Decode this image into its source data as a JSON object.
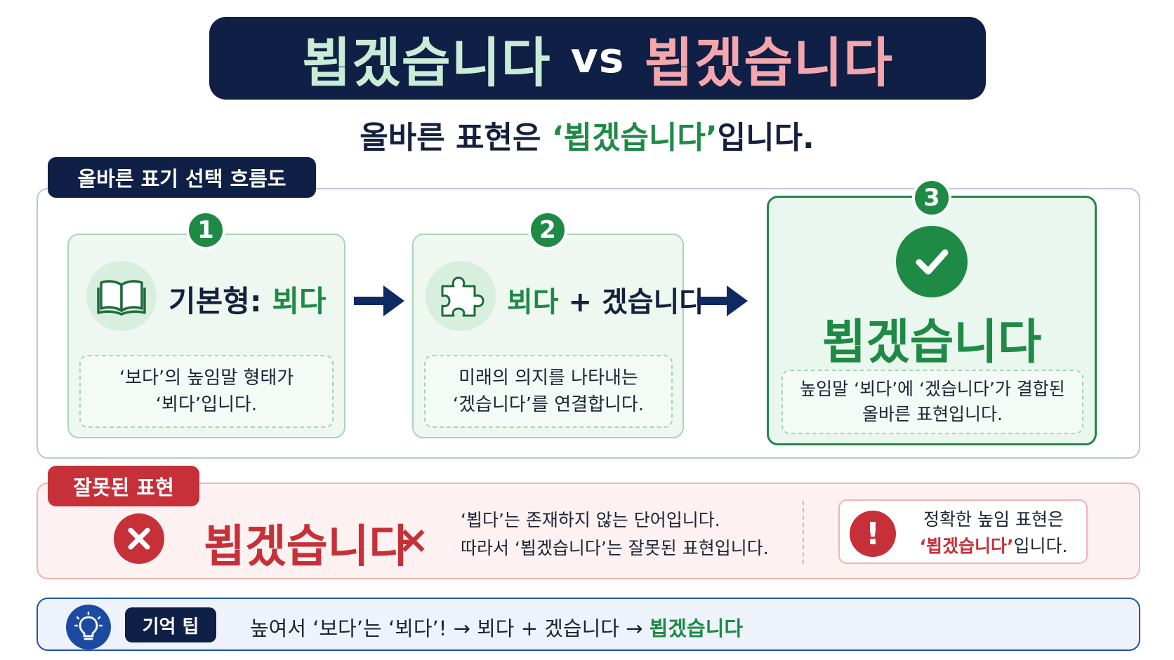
{
  "title": {
    "left_word": "뵙겠습니다",
    "vs": "vs",
    "right_word": "뵙겠습니다"
  },
  "subtitle": {
    "prefix": "올바른 표현은 ",
    "highlight": "‘뵙겠습니다’",
    "suffix": "입니다."
  },
  "flow": {
    "label": "올바른 표기 선택 흐름도",
    "steps": [
      {
        "number": "1",
        "icon": "book-icon",
        "head_prefix": "기본형: ",
        "head_highlight": "뵈다",
        "desc_line1": "‘보다’의 높임말 형태가",
        "desc_line2": "‘뵈다’입니다."
      },
      {
        "number": "2",
        "icon": "puzzle-icon",
        "head_highlight": "뵈다",
        "head_suffix": " + 겠습니다",
        "desc_line1": "미래의 의지를 나타내는",
        "desc_line2": "‘겠습니다’를 연결합니다."
      },
      {
        "number": "3",
        "icon": "check-circle-icon",
        "result": "뵙겠습니다",
        "desc_line1": "높임말 ‘뵈다’에 ‘겠습니다’가 결합된",
        "desc_line2": "올바른 표현입니다."
      }
    ]
  },
  "wrong": {
    "label": "잘못된 표현",
    "word": "뵙겠습니다",
    "mark": "×",
    "desc_line1": "‘뵙다’는 존재하지 않는 단어입니다.",
    "desc_line2": "따라서 ‘뵙겠습니다’는 잘못된 표현입니다.",
    "info_line1": "정확한 높임 표현은",
    "info_highlight": "‘뵙겠습니다’",
    "info_suffix": "입니다.",
    "excl": "!"
  },
  "tip": {
    "label": "기억 팁",
    "text": "높여서 ‘보다’는 ‘뵈다’! → 뵈다 + 겠습니다 → ",
    "highlight": "뵙겠습니다"
  },
  "colors": {
    "navy": "#0f1f45",
    "green": "#1e8a45",
    "red": "#c63039",
    "blue": "#1c4aa0"
  }
}
